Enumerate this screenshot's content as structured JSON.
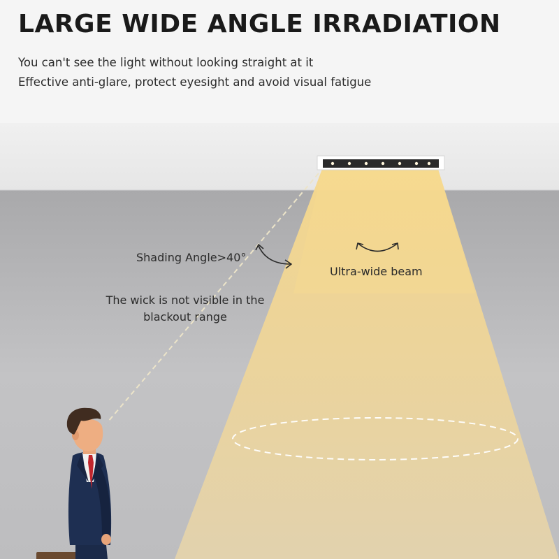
{
  "header": {
    "title": "LARGE WIDE ANGLE IRRADIATION",
    "subtitle_1": "You can't see the light without looking straight at it",
    "subtitle_2": "Effective anti-glare, protect eyesight and avoid visual fatigue"
  },
  "annotations": {
    "shading_angle": "Shading Angle>40°",
    "beam": "Ultra-wide beam",
    "wick": "The wick is not visible in the blackout range"
  },
  "colors": {
    "header_bg": "#f5f5f5",
    "ceiling": "#ececec",
    "wall": "#b9b9bb",
    "light_beam": "#f1d48a",
    "suit": "#1e2f52",
    "tie": "#c0262d"
  },
  "icons": {
    "curved_arrow_angle": "curved-double-arrow-icon",
    "curved_arrow_beam": "curved-double-arrow-icon"
  }
}
